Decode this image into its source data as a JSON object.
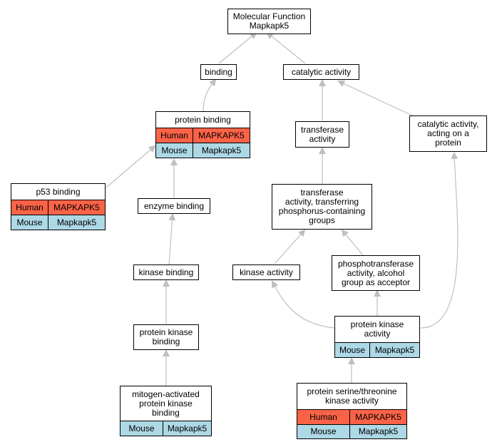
{
  "colors": {
    "human": "#fb6348",
    "mouse": "#add8e6",
    "edge": "#bfbfbf"
  },
  "nodes": {
    "root": {
      "title": "Molecular Function\nMapkapk5"
    },
    "binding": {
      "title": "binding"
    },
    "catalytic": {
      "title": "catalytic activity"
    },
    "protein_binding": {
      "title": "protein binding",
      "human": [
        "Human",
        "MAPKAPK5"
      ],
      "mouse": [
        "Mouse",
        "Mapkapk5"
      ]
    },
    "transferase": {
      "title": "transferase\nactivity"
    },
    "cat_protein": {
      "title": "catalytic activity,\nacting on a\nprotein"
    },
    "p53": {
      "title": "p53 binding",
      "human": [
        "Human",
        "MAPKAPK5"
      ],
      "mouse": [
        "Mouse",
        "Mapkapk5"
      ]
    },
    "enzyme": {
      "title": "enzyme binding"
    },
    "transf_phos": {
      "title": "transferase\nactivity, transferring\nphosphorus-containing\ngroups"
    },
    "kinase_binding": {
      "title": "kinase binding"
    },
    "kinase_activity": {
      "title": "kinase activity"
    },
    "phospho_alcohol": {
      "title": "phosphotransferase\nactivity, alcohol\ngroup as acceptor"
    },
    "pk_binding": {
      "title": "protein kinase\nbinding"
    },
    "pk_activity": {
      "title": "protein kinase\nactivity",
      "mouse": [
        "Mouse",
        "Mapkapk5"
      ]
    },
    "mapk": {
      "title": "mitogen-activated\nprotein kinase\nbinding",
      "mouse": [
        "Mouse",
        "Mapkapk5"
      ]
    },
    "ser_thr": {
      "title": "protein serine/threonine\nkinase activity",
      "human": [
        "Human",
        "MAPKAPK5"
      ],
      "mouse": [
        "Mouse",
        "Mapkapk5"
      ]
    }
  }
}
